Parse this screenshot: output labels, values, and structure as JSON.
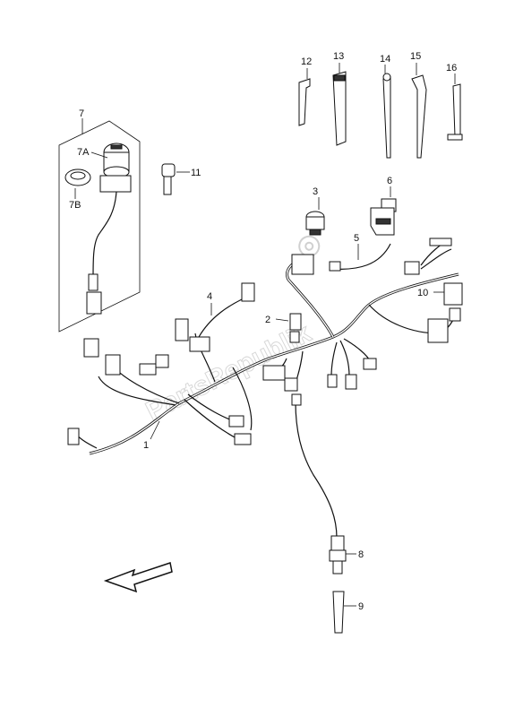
{
  "watermark": "PartsRepublik",
  "callouts": [
    {
      "id": "1",
      "label": "1"
    },
    {
      "id": "2",
      "label": "2"
    },
    {
      "id": "3",
      "label": "3"
    },
    {
      "id": "4",
      "label": "4"
    },
    {
      "id": "5",
      "label": "5"
    },
    {
      "id": "6",
      "label": "6"
    },
    {
      "id": "7",
      "label": "7"
    },
    {
      "id": "7A",
      "label": "7A"
    },
    {
      "id": "7B",
      "label": "7B"
    },
    {
      "id": "8",
      "label": "8"
    },
    {
      "id": "9",
      "label": "9"
    },
    {
      "id": "10",
      "label": "10"
    },
    {
      "id": "11",
      "label": "11"
    },
    {
      "id": "12",
      "label": "12"
    },
    {
      "id": "13",
      "label": "13"
    },
    {
      "id": "14",
      "label": "14"
    },
    {
      "id": "15",
      "label": "15"
    },
    {
      "id": "16",
      "label": "16"
    }
  ],
  "icons": {
    "direction_arrow": "front-direction-arrow-icon",
    "watermark_gear": "gear-icon"
  }
}
